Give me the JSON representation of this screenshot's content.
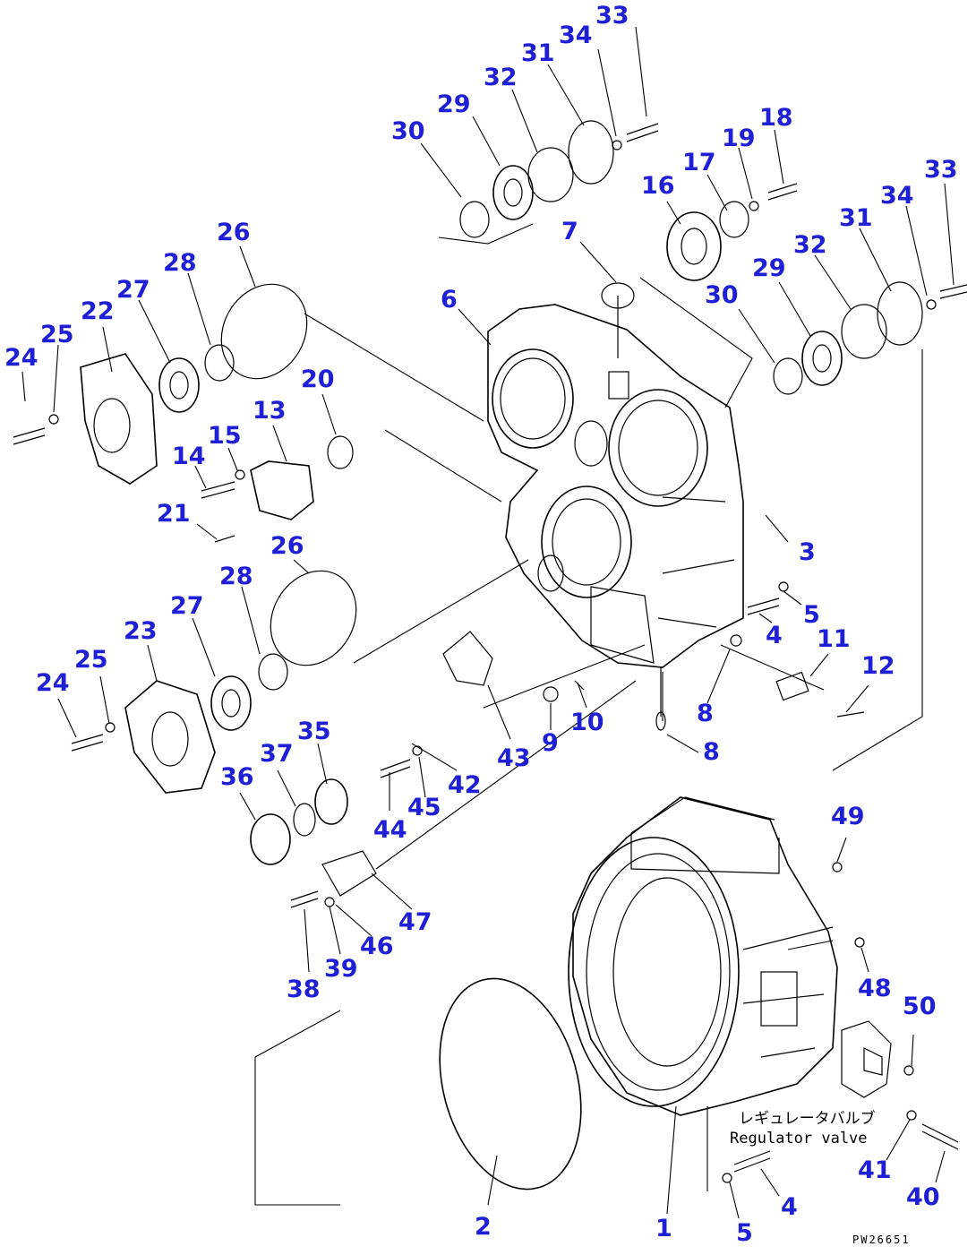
{
  "callouts": [
    {
      "id": "c1",
      "text": "33"
    },
    {
      "id": "c2",
      "text": "34"
    },
    {
      "id": "c3",
      "text": "31"
    },
    {
      "id": "c4",
      "text": "32"
    },
    {
      "id": "c5",
      "text": "29"
    },
    {
      "id": "c6",
      "text": "30"
    },
    {
      "id": "c7",
      "text": "18"
    },
    {
      "id": "c8",
      "text": "19"
    },
    {
      "id": "c9",
      "text": "17"
    },
    {
      "id": "c10",
      "text": "16"
    },
    {
      "id": "c11",
      "text": "7"
    },
    {
      "id": "c12",
      "text": "33"
    },
    {
      "id": "c13",
      "text": "34"
    },
    {
      "id": "c14",
      "text": "31"
    },
    {
      "id": "c15",
      "text": "32"
    },
    {
      "id": "c16",
      "text": "29"
    },
    {
      "id": "c17",
      "text": "30"
    },
    {
      "id": "c18",
      "text": "26"
    },
    {
      "id": "c19",
      "text": "28"
    },
    {
      "id": "c20",
      "text": "27"
    },
    {
      "id": "c21",
      "text": "22"
    },
    {
      "id": "c22",
      "text": "25"
    },
    {
      "id": "c23",
      "text": "24"
    },
    {
      "id": "c24",
      "text": "6"
    },
    {
      "id": "c25",
      "text": "20"
    },
    {
      "id": "c26",
      "text": "13"
    },
    {
      "id": "c27",
      "text": "15"
    },
    {
      "id": "c28",
      "text": "14"
    },
    {
      "id": "c29",
      "text": "21"
    },
    {
      "id": "c30",
      "text": "3"
    },
    {
      "id": "c31",
      "text": "5"
    },
    {
      "id": "c32",
      "text": "4"
    },
    {
      "id": "c33",
      "text": "11"
    },
    {
      "id": "c34",
      "text": "12"
    },
    {
      "id": "c35",
      "text": "26"
    },
    {
      "id": "c36",
      "text": "28"
    },
    {
      "id": "c37",
      "text": "27"
    },
    {
      "id": "c38",
      "text": "23"
    },
    {
      "id": "c39",
      "text": "25"
    },
    {
      "id": "c40",
      "text": "24"
    },
    {
      "id": "c41",
      "text": "10"
    },
    {
      "id": "c42",
      "text": "9"
    },
    {
      "id": "c43",
      "text": "43"
    },
    {
      "id": "c44",
      "text": "8"
    },
    {
      "id": "c45",
      "text": "8"
    },
    {
      "id": "c46",
      "text": "35"
    },
    {
      "id": "c47",
      "text": "37"
    },
    {
      "id": "c48",
      "text": "36"
    },
    {
      "id": "c49",
      "text": "42"
    },
    {
      "id": "c50",
      "text": "45"
    },
    {
      "id": "c51",
      "text": "44"
    },
    {
      "id": "c52",
      "text": "49"
    },
    {
      "id": "c53",
      "text": "47"
    },
    {
      "id": "c54",
      "text": "46"
    },
    {
      "id": "c55",
      "text": "39"
    },
    {
      "id": "c56",
      "text": "38"
    },
    {
      "id": "c57",
      "text": "48"
    },
    {
      "id": "c58",
      "text": "50"
    },
    {
      "id": "c59",
      "text": "41"
    },
    {
      "id": "c60",
      "text": "40"
    },
    {
      "id": "c61",
      "text": "4"
    },
    {
      "id": "c62",
      "text": "5"
    },
    {
      "id": "c63",
      "text": "1"
    },
    {
      "id": "c64",
      "text": "2"
    }
  ],
  "annotations": {
    "regulator_jp": "レギュレータバルブ",
    "regulator_en": "Regulator valve",
    "drawing_code": "PW26651"
  }
}
